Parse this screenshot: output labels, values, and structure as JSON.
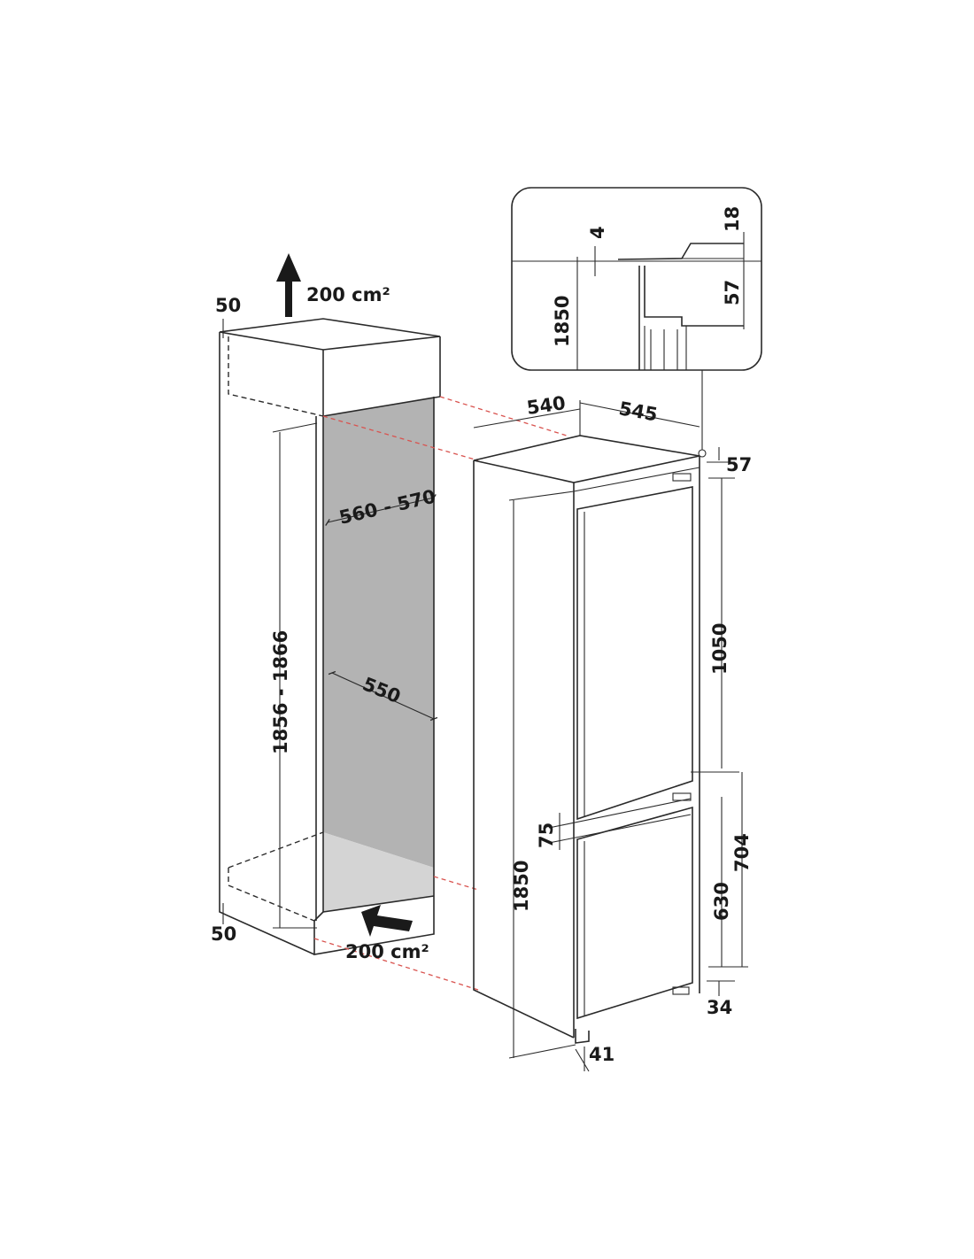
{
  "colors": {
    "line": "#2a2a2a",
    "niche_back": "#b3b3b3",
    "niche_floor": "#d4d4d4",
    "projection": "#d9534f",
    "text": "#1a1a1a"
  },
  "icons": [
    "arrow-up-icon",
    "arrow-in-icon"
  ],
  "labels": {
    "vent_top": "200 cm²",
    "vent_bottom": "200 cm²",
    "top_gap": "50",
    "bottom_gap": "50",
    "niche_depth": "560 - 570",
    "niche_width": "550",
    "niche_height": "1856 - 1866",
    "appliance_width": "540",
    "appliance_depth": "545",
    "top_offset": "57",
    "upper_door": "1050",
    "door_gap": "75",
    "lower_section": "704",
    "lower_door": "630",
    "appliance_height": "1850",
    "foot_height": "34",
    "foot_depth": "41",
    "detail_gap": "4",
    "detail_thickness": "18",
    "detail_height": "1850",
    "detail_offset": "57"
  }
}
